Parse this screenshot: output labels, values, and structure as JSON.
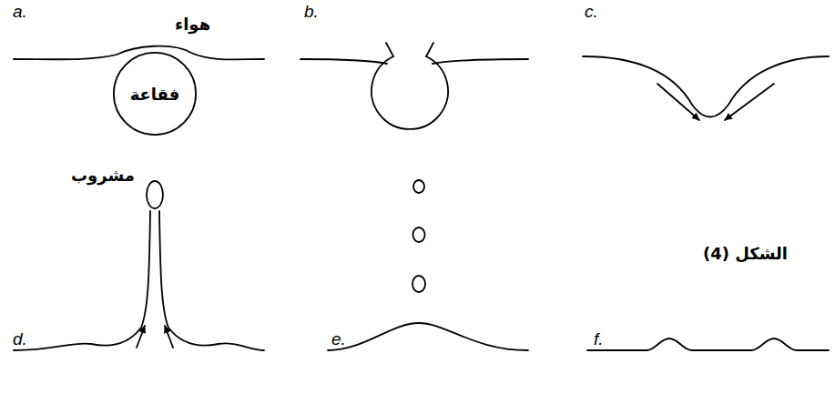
{
  "diagram": {
    "nodes": [
      {
        "text": [
          "فقاعة"
        ]
      }
    ],
    "labels": [
      "a.",
      "هواء",
      "b.",
      "c.",
      "مشروب",
      "d.",
      "e.",
      "f.",
      "الشكل (4)"
    ]
  }
}
